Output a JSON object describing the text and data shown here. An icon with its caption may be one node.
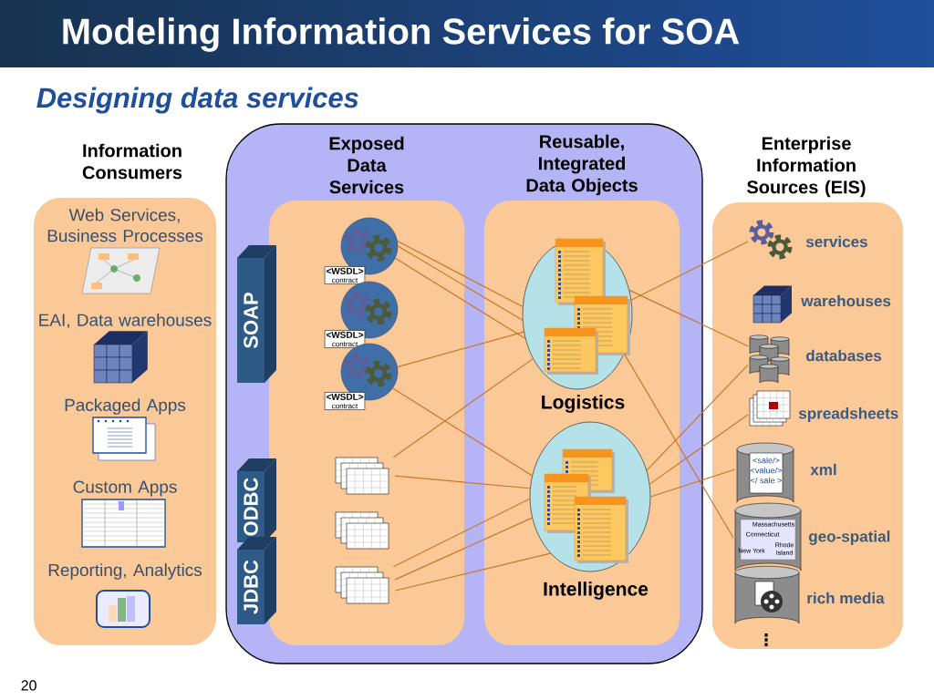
{
  "diagram": {
    "title": "Modeling Information Services for SOA",
    "nodes": [
      {
        "text": [
          "Information Consumers"
        ]
      },
      {
        "text": [],
        "shape": "box"
      },
      {
        "text": [
          "Exposed Data Services"
        ],
        "in": 1
      },
      {
        "text": [
          "Reusable, Integrated Data Objects"
        ],
        "in": 1
      },
      {
        "text": [
          "SOAP"
        ],
        "in": 1
      },
      {
        "text": [
          "ODBC"
        ],
        "in": 1
      },
      {
        "text": [
          "JDBC"
        ],
        "in": 1
      },
      {
        "text": [
          "Enterprise Information Sources (EIS)"
        ]
      },
      {
        "text": [
          "<WSDL>",
          "contract"
        ],
        "in": 2
      },
      {
        "text": [
          "<WSDL>",
          "contract"
        ],
        "in": 2
      },
      {
        "text": [
          "<WSDL>",
          "contract"
        ],
        "in": 2
      },
      {
        "text": [],
        "shape": "picture",
        "in": 2
      },
      {
        "text": [],
        "shape": "picture",
        "in": 2
      },
      {
        "text": [],
        "shape": "picture",
        "in": 2
      },
      {
        "text": [
          "Logistics"
        ],
        "in": 3
      },
      {
        "text": [
          "Intelligence"
        ],
        "in": 3
      },
      {
        "text": [
          "services"
        ],
        "in": 7
      },
      {
        "text": [
          "warehouses"
        ],
        "in": 7
      },
      {
        "text": [
          "databases"
        ],
        "in": 7
      },
      {
        "text": [
          "spreadsheets"
        ],
        "in": 7
      },
      {
        "text": [
          "xml"
        ],
        "in": 7
      },
      {
        "text": [
          "geo-spatial"
        ],
        "in": 7
      },
      {
        "text": [
          "rich media"
        ],
        "in": 7
      }
    ],
    "edges": [
      {
        "from": 8,
        "to": 14,
        "arrow": "none"
      },
      {
        "from": 8,
        "to": 14,
        "arrow": "none"
      },
      {
        "from": 8,
        "to": 14,
        "arrow": "none"
      },
      {
        "from": 10,
        "to": 14,
        "arrow": "none"
      },
      {
        "from": 10,
        "to": 15,
        "arrow": "none"
      },
      {
        "from": 11,
        "to": 14,
        "arrow": "none"
      },
      {
        "from": 11,
        "to": 15,
        "arrow": "none"
      },
      {
        "from": 13,
        "to": 15,
        "arrow": "none"
      },
      {
        "from": 13,
        "to": 15,
        "arrow": "none"
      },
      {
        "from": 13,
        "to": 15,
        "arrow": "none"
      },
      {
        "from": 14,
        "to": 16,
        "arrow": "none"
      },
      {
        "from": 14,
        "to": 18,
        "arrow": "none"
      },
      {
        "from": 14,
        "to": 21,
        "arrow": "none"
      },
      {
        "from": 15,
        "to": 18,
        "arrow": "none"
      },
      {
        "from": 15,
        "to": 19,
        "arrow": "none"
      },
      {
        "from": 15,
        "to": 20,
        "arrow": "none"
      }
    ],
    "labels": [
      "Designing data services",
      "Web Services, Business Processes",
      "EAI, Data warehouses",
      "Packaged Apps",
      "Custom Apps",
      "Reporting, Analytics",
      "<sale/>",
      "<value/>",
      "</ sale >",
      "Massachusetts",
      "Connecticut",
      "New York",
      "Rhode Island",
      "⋮",
      "20"
    ]
  }
}
